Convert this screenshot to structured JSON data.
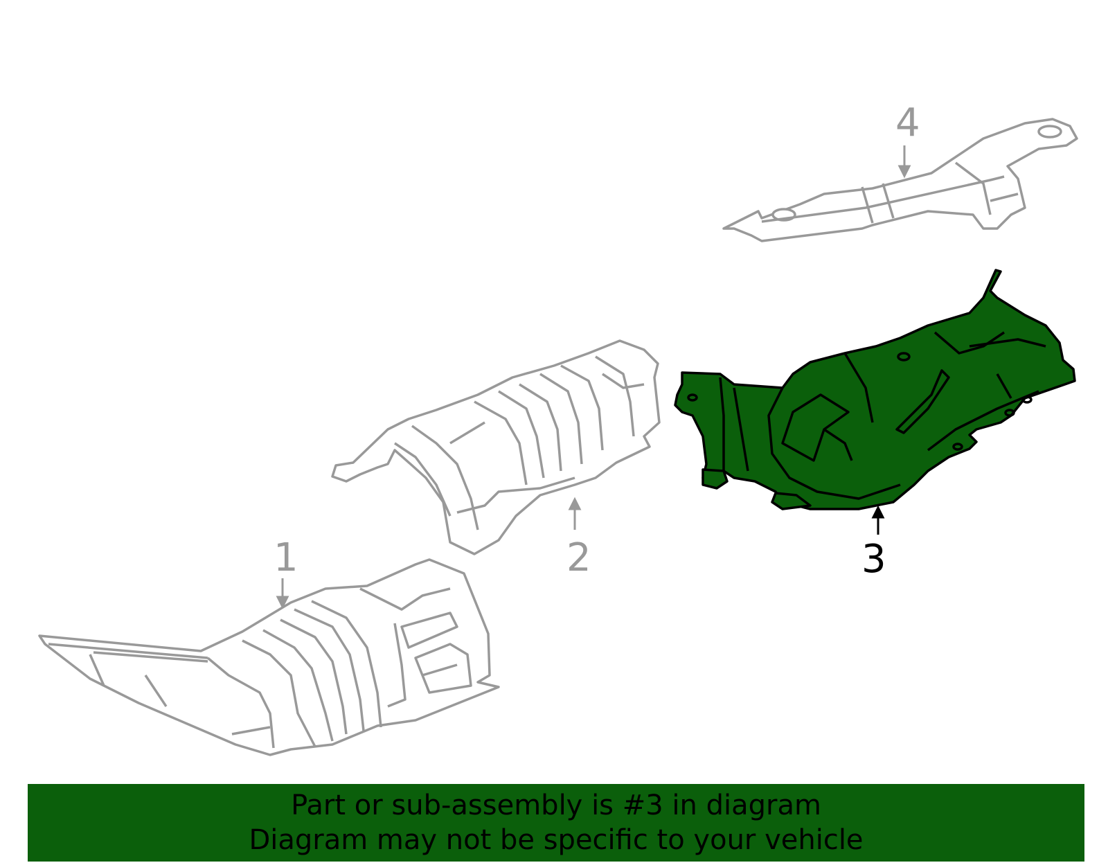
{
  "callouts": {
    "part1": "1",
    "part2": "2",
    "part3": "3",
    "part4": "4"
  },
  "highlighted_part": "3",
  "colors": {
    "highlight_fill": "#0b5f0b",
    "outline_gray": "#999999",
    "banner_bg": "#0b5f0b",
    "text": "#000000"
  },
  "banner": {
    "line1": "Part or sub-assembly is #3 in diagram",
    "line2": "Diagram may not be specific to your vehicle"
  }
}
